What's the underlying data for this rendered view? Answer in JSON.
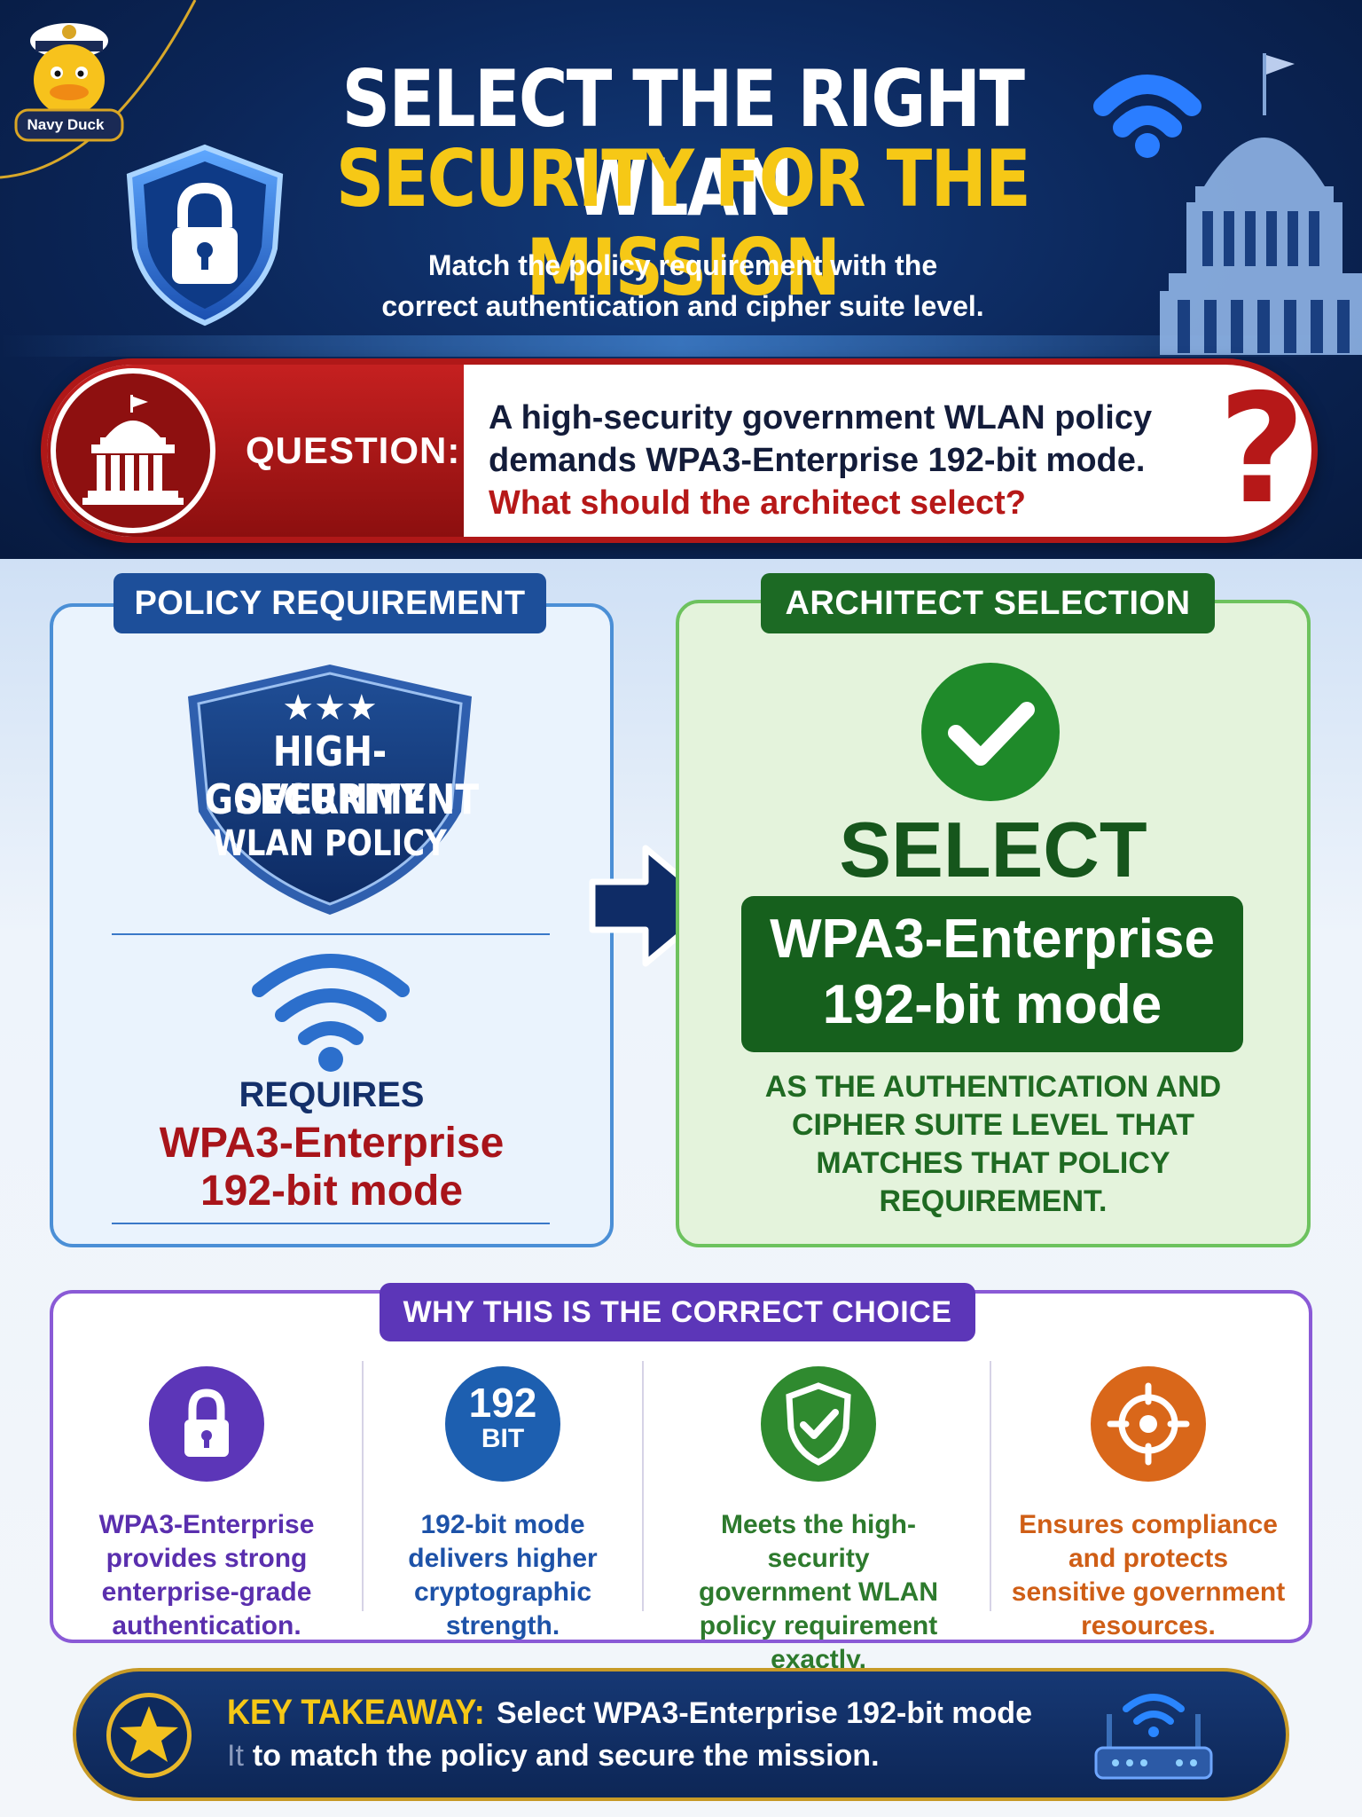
{
  "brand": {
    "logo_text": "Navy Duck"
  },
  "header": {
    "title_line1": "SELECT THE RIGHT WLAN",
    "title_line2": "SECURITY FOR THE MISSION",
    "subtitle_line1": "Match the policy requirement with the",
    "subtitle_line2": "correct authentication and cipher suite level."
  },
  "question": {
    "label": "QUESTION:",
    "line1": "A high-security government WLAN policy",
    "line2": "demands WPA3-Enterprise 192-bit mode.",
    "line3": "What should the architect select?",
    "mark": "?"
  },
  "policy": {
    "tab": "POLICY REQUIREMENT",
    "badge_stars": "★★★",
    "badge_line1": "HIGH-SECURITY",
    "badge_line2": "GOVERNMENT",
    "badge_line3": "WLAN POLICY",
    "requires": "REQUIRES",
    "mode_line1": "WPA3-Enterprise",
    "mode_line2": "192-bit mode"
  },
  "selection": {
    "tab": "ARCHITECT SELECTION",
    "select_word": "SELECT",
    "mode_line1": "WPA3-Enterprise",
    "mode_line2": "192-bit mode",
    "desc_line1": "AS THE AUTHENTICATION AND",
    "desc_line2": "CIPHER SUITE LEVEL THAT",
    "desc_line3": "MATCHES THAT POLICY",
    "desc_line4": "REQUIREMENT."
  },
  "why": {
    "tab": "WHY THIS IS THE CORRECT CHOICE",
    "items": [
      {
        "icon": "lock-icon",
        "color": "#5c36b8",
        "lines": [
          "WPA3-Enterprise",
          "provides strong",
          "enterprise-grade",
          "authentication."
        ]
      },
      {
        "icon": "192-bit-icon",
        "icon_number": "192",
        "icon_unit": "BIT",
        "color": "#1d5fb0",
        "lines": [
          "192-bit mode",
          "delivers higher",
          "cryptographic",
          "strength."
        ]
      },
      {
        "icon": "shield-check-icon",
        "color": "#2f8a2f",
        "lines": [
          "Meets the high-security",
          "government WLAN",
          "policy requirement",
          "exactly."
        ]
      },
      {
        "icon": "target-icon",
        "color": "#d9671a",
        "lines": [
          "Ensures compliance",
          "and protects",
          "sensitive government",
          "resources."
        ]
      }
    ]
  },
  "takeaway": {
    "label": "KEY TAKEAWAY:",
    "line1": "Select WPA3-Enterprise 192-bit mode",
    "line2_mark": "It",
    "line2": "to match the policy and secure the mission."
  },
  "colors": {
    "navy": "#0b2557",
    "gold": "#f6c816",
    "red": "#b61818",
    "green": "#16601d",
    "purple": "#5c36b8"
  }
}
